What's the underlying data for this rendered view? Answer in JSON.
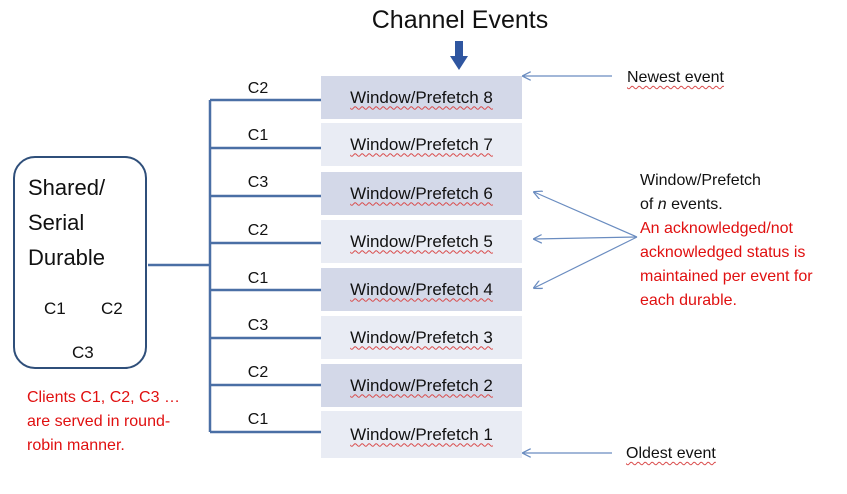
{
  "title": "Channel Events",
  "rows": [
    {
      "label": "Window/Prefetch 8",
      "client": "C2"
    },
    {
      "label": "Window/Prefetch 7",
      "client": "C1"
    },
    {
      "label": "Window/Prefetch 6",
      "client": "C3"
    },
    {
      "label": "Window/Prefetch 5",
      "client": "C2"
    },
    {
      "label": "Window/Prefetch 4",
      "client": "C1"
    },
    {
      "label": "Window/Prefetch 3",
      "client": "C3"
    },
    {
      "label": "Window/Prefetch 2",
      "client": "C2"
    },
    {
      "label": "Window/Prefetch 1",
      "client": "C1"
    }
  ],
  "durable": {
    "line1": "Shared/",
    "line2": "Serial",
    "line3": "Durable",
    "cycle": {
      "c1": "C1",
      "c2": "C2",
      "c3": "C3"
    }
  },
  "notes": {
    "newest": "Newest event",
    "oldest": "Oldest event",
    "window_line1": "Window/Prefetch",
    "window_line2_pre": "of ",
    "window_line2_n": "n",
    "window_line2_post": " events.",
    "status_lines": [
      "An acknowledged/not",
      "acknowledged status is",
      "maintained per event for",
      "each durable."
    ],
    "clients_lines": [
      "Clients C1, C2, C3 …",
      "are served in round-",
      "robin manner."
    ]
  },
  "colors": {
    "connector": "#4a6fa5",
    "row_dark": "#d3d8e8",
    "row_light": "#e9ecf4",
    "note_red": "#e01010",
    "box_border": "#2f4f7a"
  }
}
